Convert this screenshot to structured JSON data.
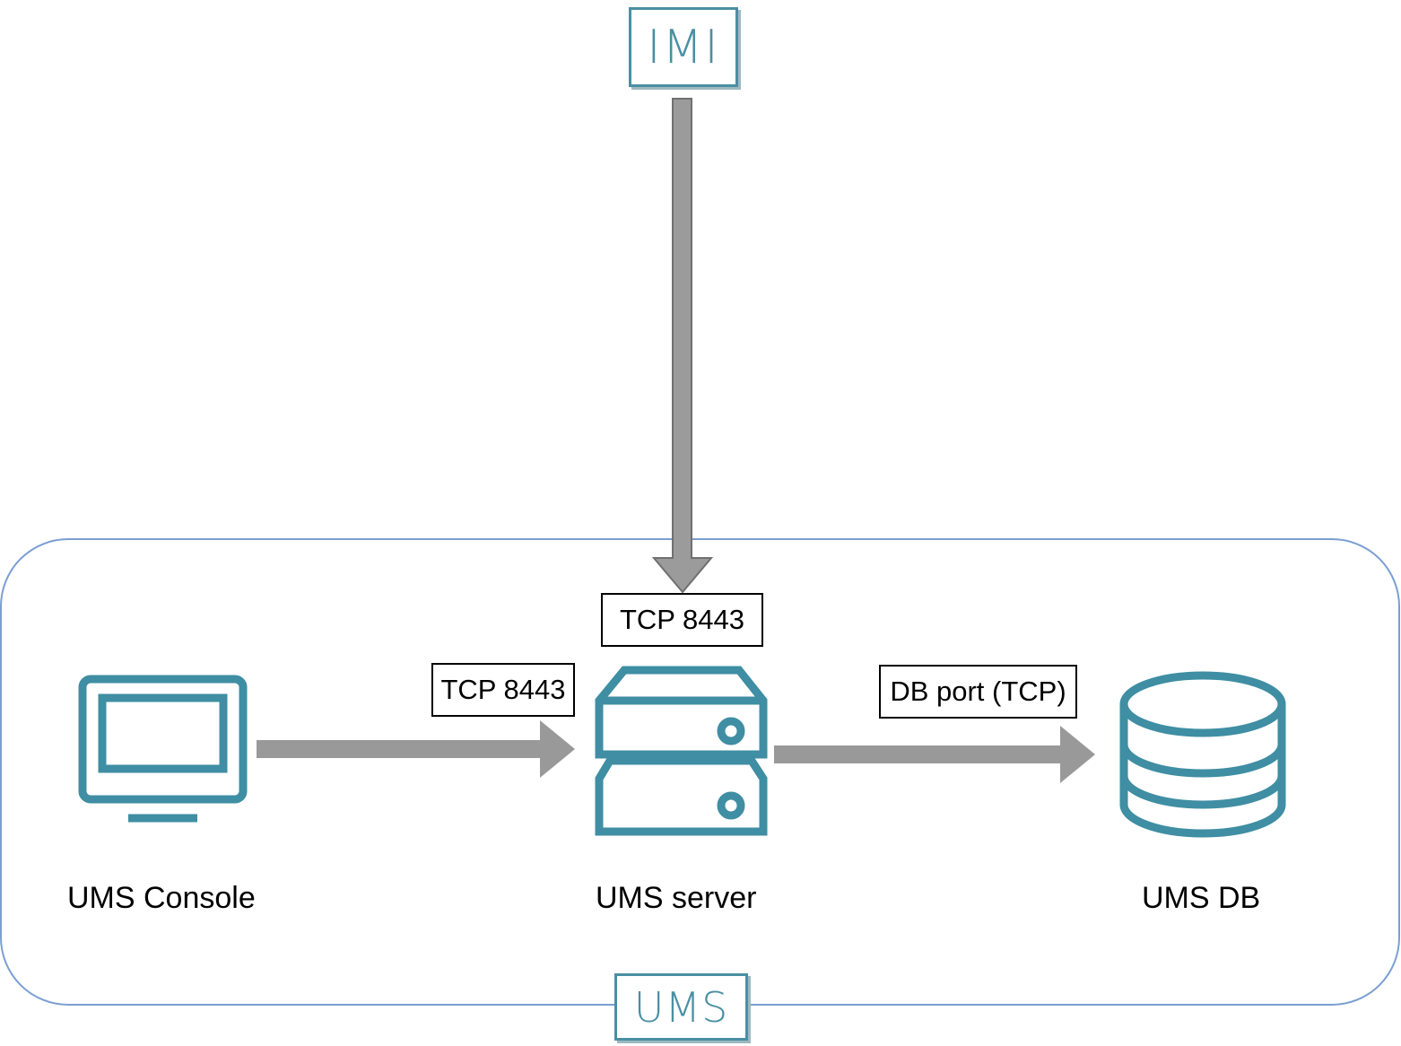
{
  "colors": {
    "icon_teal": "#3f8ea3",
    "arrow_gray": "#999999",
    "boundary_blue": "#7a9fd3"
  },
  "nodes": {
    "imi": {
      "label": "IMI",
      "icon": "imi-logo"
    },
    "console": {
      "label": "UMS Console",
      "icon": "monitor-icon"
    },
    "server": {
      "label": "UMS server",
      "icon": "server-icon"
    },
    "db": {
      "label": "UMS DB",
      "icon": "database-icon"
    }
  },
  "group": {
    "label": "UMS"
  },
  "edges": [
    {
      "from": "imi",
      "to": "server",
      "label": "TCP 8443"
    },
    {
      "from": "console",
      "to": "server",
      "label": "TCP 8443"
    },
    {
      "from": "server",
      "to": "db",
      "label": "DB port (TCP)"
    }
  ]
}
